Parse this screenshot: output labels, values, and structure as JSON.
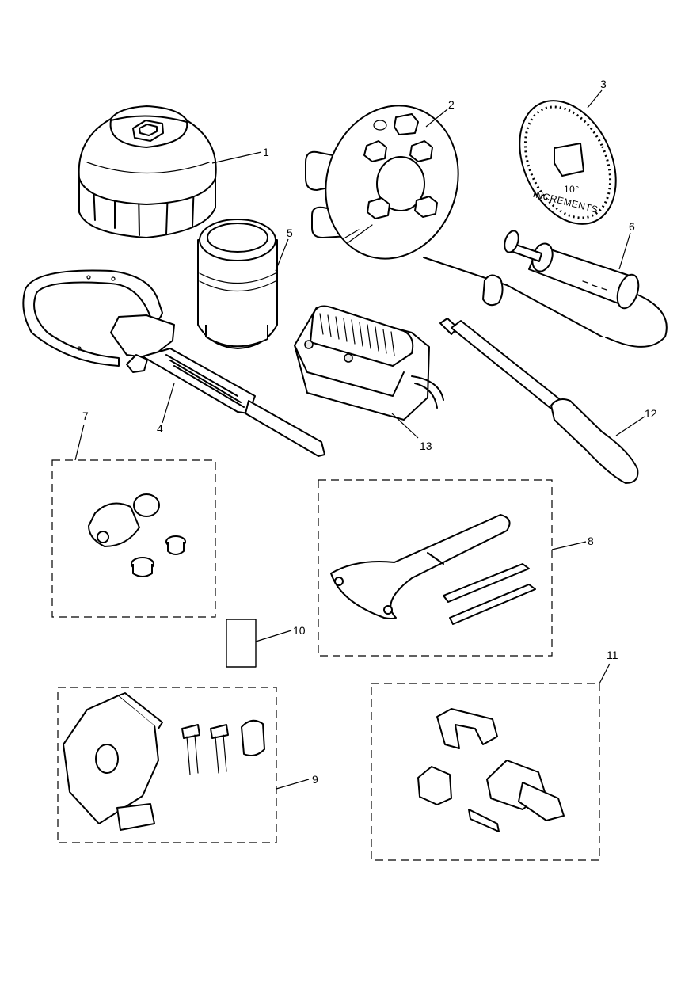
{
  "callouts": {
    "c1": "1",
    "c2": "2",
    "c3": "3",
    "c4": "4",
    "c5": "5",
    "c6": "6",
    "c7": "7",
    "c8": "8",
    "c9": "9",
    "c10": "10",
    "c11": "11",
    "c12": "12",
    "c13": "13"
  },
  "dial": {
    "line1": "10°",
    "line2": "INCREMENTS"
  }
}
